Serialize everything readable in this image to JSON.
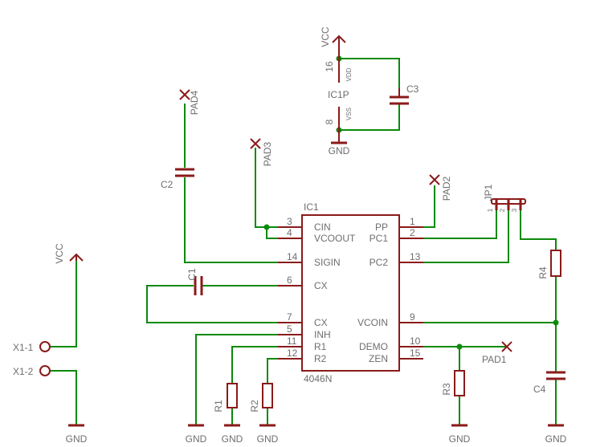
{
  "ic1": {
    "name": "IC1",
    "value": "4046N",
    "left_pins": [
      {
        "num": "3",
        "label": "CIN"
      },
      {
        "num": "4",
        "label": "VCOOUT"
      },
      {
        "num": "14",
        "label": "SIGIN"
      },
      {
        "num": "6",
        "label": "CX"
      },
      {
        "num": "7",
        "label": "CX"
      },
      {
        "num": "5",
        "label": "INH"
      },
      {
        "num": "11",
        "label": "R1"
      },
      {
        "num": "12",
        "label": "R2"
      }
    ],
    "right_pins": [
      {
        "num": "1",
        "label": "PP"
      },
      {
        "num": "2",
        "label": "PC1"
      },
      {
        "num": "13",
        "label": "PC2"
      },
      {
        "num": "9",
        "label": "VCOIN"
      },
      {
        "num": "10",
        "label": "DEMO"
      },
      {
        "num": "15",
        "label": "ZEN"
      }
    ]
  },
  "ic1p": {
    "name": "IC1P",
    "vdd_pin": "16",
    "vdd_label": "VDD",
    "vss_pin": "8",
    "vss_label": "VSS"
  },
  "supplies": {
    "vcc": "VCC",
    "gnd": "GND"
  },
  "capacitors": {
    "c1": "C1",
    "c2": "C2",
    "c3": "C3",
    "c4": "C4"
  },
  "resistors": {
    "r1": "R1",
    "r2": "R2",
    "r3": "R3",
    "r4": "R4"
  },
  "pads": {
    "pad1": "PAD1",
    "pad2": "PAD2",
    "pad3": "PAD3",
    "pad4": "PAD4"
  },
  "jumper": {
    "name": "JP1",
    "pins": [
      "1",
      "2",
      "3"
    ]
  },
  "connector": {
    "x1_1": "X1-1",
    "x1_2": "X1-2"
  }
}
